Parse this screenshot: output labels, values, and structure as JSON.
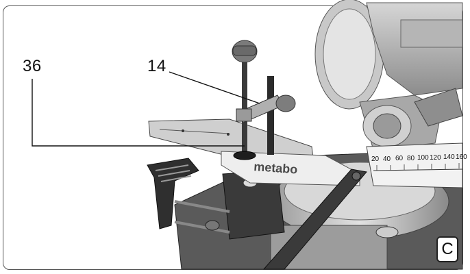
{
  "callouts": {
    "left": "36",
    "right": "14"
  },
  "brand": "metabo",
  "ruler_ticks": [
    "20",
    "40",
    "60",
    "80",
    "100",
    "120",
    "140",
    "160"
  ],
  "figure_tag": "C"
}
